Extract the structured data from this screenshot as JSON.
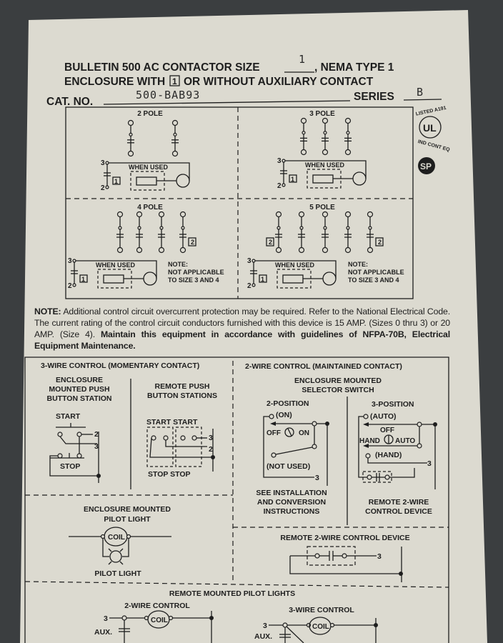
{
  "header": {
    "title_line1_a": "BULLETIN 500 AC CONTACTOR SIZE",
    "size_value": "1",
    "title_line1_b": ", NEMA TYPE 1",
    "title_line2_a": "ENCLOSURE WITH",
    "aux_box": "1",
    "title_line2_b": "OR WITHOUT AUXILIARY CONTACT",
    "cat_no_label": "CAT. NO.",
    "cat_no_value": "500-BAB93",
    "series_label": "SERIES",
    "series_value": "B"
  },
  "logos": {
    "ul_ring_text": "LISTED A191",
    "ul_mark": "UL",
    "ul_bottom_text": "IND CONT EQ",
    "csa_mark": "SP"
  },
  "pole_diagrams": [
    {
      "title": "2 POLE",
      "poles": 2,
      "when_used": "WHEN USED",
      "aux_box": "1",
      "term_top": "3",
      "term_bottom": "2"
    },
    {
      "title": "3 POLE",
      "poles": 3,
      "when_used": "WHEN USED",
      "aux_box": "1",
      "term_top": "3",
      "term_bottom": "2"
    },
    {
      "title": "4 POLE",
      "poles": 4,
      "when_used": "WHEN USED",
      "aux_box": "1",
      "term_top": "3",
      "term_bottom": "2",
      "pole_box": "2",
      "note_title": "NOTE:",
      "note_l1": "NOT APPLICABLE",
      "note_l2": "TO SIZE 3 AND 4"
    },
    {
      "title": "5 POLE",
      "poles": 5,
      "when_used": "WHEN USED",
      "aux_box": "1",
      "term_top": "3",
      "term_bottom": "2",
      "pole_box": "2",
      "note_title": "NOTE:",
      "note_l1": "NOT APPLICABLE",
      "note_l2": "TO SIZE 3 AND 4"
    }
  ],
  "note": {
    "label": "NOTE:",
    "text": " Additional control circuit overcurrent protection may be required. Refer to the National Electrical Code. The current rating of the control circuit conductors furnished with this device is 15 AMP. (Sizes 0 thru 3) or 20 AMP. (Size 4). ",
    "bold_text": "Maintain this equipment in accordance with guidelines of NFPA-70B, Electrical Equipment Maintenance."
  },
  "wiring": {
    "three_wire_header": "3-WIRE CONTROL (MOMENTARY CONTACT)",
    "two_wire_header": "2-WIRE CONTROL (MAINTAINED CONTACT)",
    "enc_push_l1": "ENCLOSURE",
    "enc_push_l2": "MOUNTED PUSH",
    "enc_push_l3": "BUTTON STATION",
    "start": "START",
    "stop": "STOP",
    "t2": "2",
    "t3": "3",
    "remote_push_l1": "REMOTE PUSH",
    "remote_push_l2": "BUTTON STATIONS",
    "start_start": "START START",
    "stop_stop": "STOP  STOP",
    "selector_l1": "ENCLOSURE MOUNTED",
    "selector_l2": "SELECTOR SWITCH",
    "two_pos": "2-POSITION",
    "on_paren": "(ON)",
    "off": "OFF",
    "on": "ON",
    "not_used": "(NOT USED)",
    "three_pos": "3-POSITION",
    "auto_paren": "(AUTO)",
    "hand": "HAND",
    "auto": "AUTO",
    "hand_paren": "(HAND)",
    "see_l1": "SEE INSTALLATION",
    "see_l2": "AND CONVERSION",
    "see_l3": "INSTRUCTIONS",
    "remote2_l1": "REMOTE 2-WIRE",
    "remote2_l2": "CONTROL DEVICE",
    "pilot_l1": "ENCLOSURE MOUNTED",
    "pilot_l2": "PILOT LIGHT",
    "coil": "COIL",
    "pilot_light": "PILOT LIGHT",
    "remote2_device": "REMOTE 2-WIRE CONTROL DEVICE",
    "remote_pilots": "REMOTE MOUNTED PILOT LIGHTS",
    "two_wire_control": "2-WIRE CONTROL",
    "three_wire_control": "3-WIRE CONTROL",
    "aux": "AUX."
  }
}
